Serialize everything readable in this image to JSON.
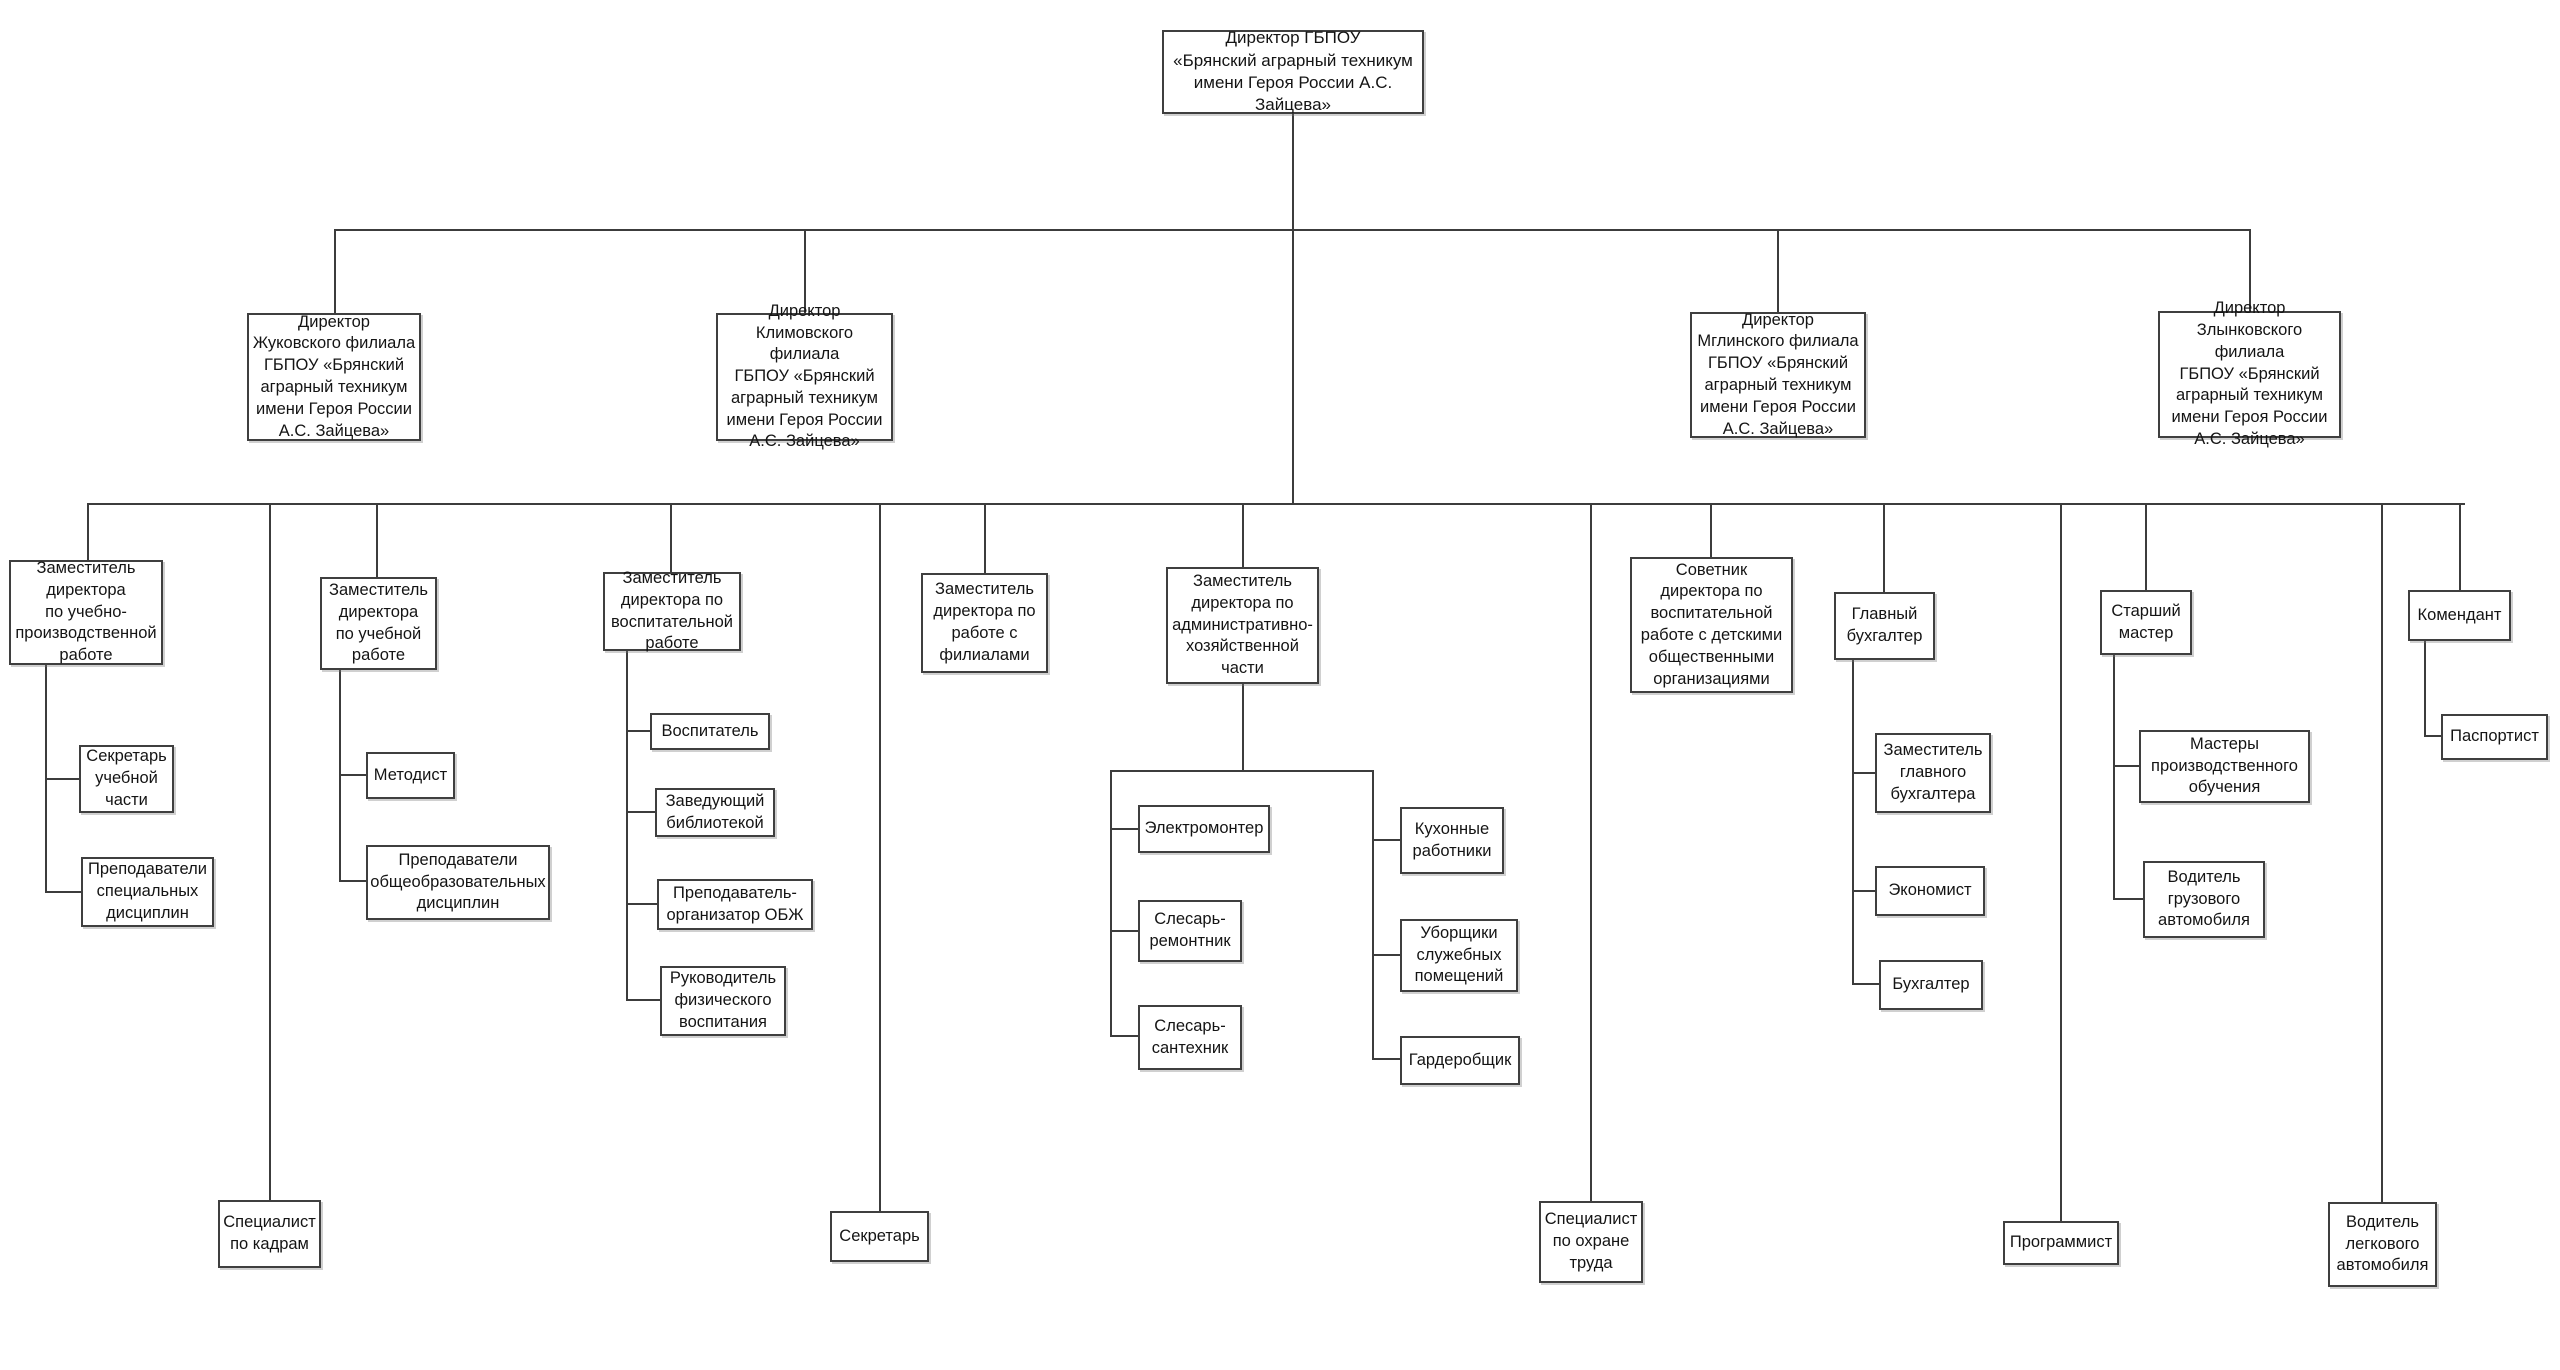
{
  "title": "Организационная структура ГБПОУ «Брянский аграрный техникум имени Героя России А.С. Зайцева»",
  "nodes": {
    "root": {
      "label": "Директор ГБПОУ\n«Брянский аграрный техникум\nимени Героя России А.С. Зайцева»"
    },
    "dir_zhukovsky": {
      "label": "Директор\nЖуковского филиала\nГБПОУ «Брянский\nаграрный техникум\nимени Героя России\nА.С. Зайцева»"
    },
    "dir_klimovsky": {
      "label": "Директор\nКлимовского филиала\nГБПОУ «Брянский\nаграрный техникум\nимени Героя России\nА.С. Зайцева»"
    },
    "dir_mglinsky": {
      "label": "Директор\nМглинского филиала\nГБПОУ «Брянский\nаграрный техникум\nимени Героя России\nА.С. Зайцева»"
    },
    "dir_zlynkovsky": {
      "label": "Директор\nЗлынковского филиала\nГБПОУ «Брянский\nаграрный техникум\nимени Героя России\nА.С. Зайцева»"
    },
    "zam_upr": {
      "label": "Заместитель\nдиректора\nпо учебно-\nпроизводственной\nработе"
    },
    "sekretar_uch": {
      "label": "Секретарь\nучебной\nчасти"
    },
    "prep_spec": {
      "label": "Преподаватели\nспециальных\nдисциплин"
    },
    "spec_kadry": {
      "label": "Специалист\nпо кадрам"
    },
    "zam_ur": {
      "label": "Заместитель\nдиректора\nпо учебной\nработе"
    },
    "metodist": {
      "label": "Методист"
    },
    "prep_obsheobr": {
      "label": "Преподаватели\nобщеобразовательных\nдисциплин"
    },
    "zam_vr": {
      "label": "Заместитель\nдиректора по\nвоспитательной\nработе"
    },
    "vospitatel": {
      "label": "Воспитатель"
    },
    "zav_biblio": {
      "label": "Заведующий\nбиблиотекой"
    },
    "prep_obzh": {
      "label": "Преподаватель-\nорганизатор ОБЖ"
    },
    "ruk_fiz": {
      "label": "Руководитель\nфизического\nвоспитания"
    },
    "sekretar": {
      "label": "Секретарь"
    },
    "zam_filialy": {
      "label": "Заместитель\nдиректора по\nработе с\nфилиалами"
    },
    "zam_ahch": {
      "label": "Заместитель\nдиректора по\nадминистративно-\nхозяйственной\nчасти"
    },
    "elektromonter": {
      "label": "Электромонтер"
    },
    "slesar_remont": {
      "label": "Слесарь-\nремонтник"
    },
    "slesar_sant": {
      "label": "Слесарь-\nсантехник"
    },
    "kuhonnye": {
      "label": "Кухонные\nработники"
    },
    "uborshiki": {
      "label": "Уборщики\nслужебных\nпомещений"
    },
    "garderobshik": {
      "label": "Гардеробщик"
    },
    "spec_ohrana": {
      "label": "Специалист\nпо охране\nтруда"
    },
    "sovetnik": {
      "label": "Советник\nдиректора по\nвоспитательной\nработе с детскими\nобщественными\nорганизациями"
    },
    "glav_buh": {
      "label": "Главный\nбухгалтер"
    },
    "zam_glav_buh": {
      "label": "Заместитель\nглавного\nбухгалтера"
    },
    "ekonomist": {
      "label": "Экономист"
    },
    "buhgalter": {
      "label": "Бухгалтер"
    },
    "programmist": {
      "label": "Программист"
    },
    "st_master": {
      "label": "Старший\nмастер"
    },
    "mastera_po": {
      "label": "Мастеры\nпроизводственного\nобучения"
    },
    "voditel_gruz": {
      "label": "Водитель\nгрузового\nавтомобиля"
    },
    "voditel_legk": {
      "label": "Водитель\nлегкового\nавтомобиля"
    },
    "komendant": {
      "label": "Комендант"
    },
    "pasportist": {
      "label": "Паспортист"
    }
  },
  "colors": {
    "line": "#3c3c3c",
    "box_border": "#3f3f3f",
    "background": "#ffffff",
    "text": "#141414"
  }
}
